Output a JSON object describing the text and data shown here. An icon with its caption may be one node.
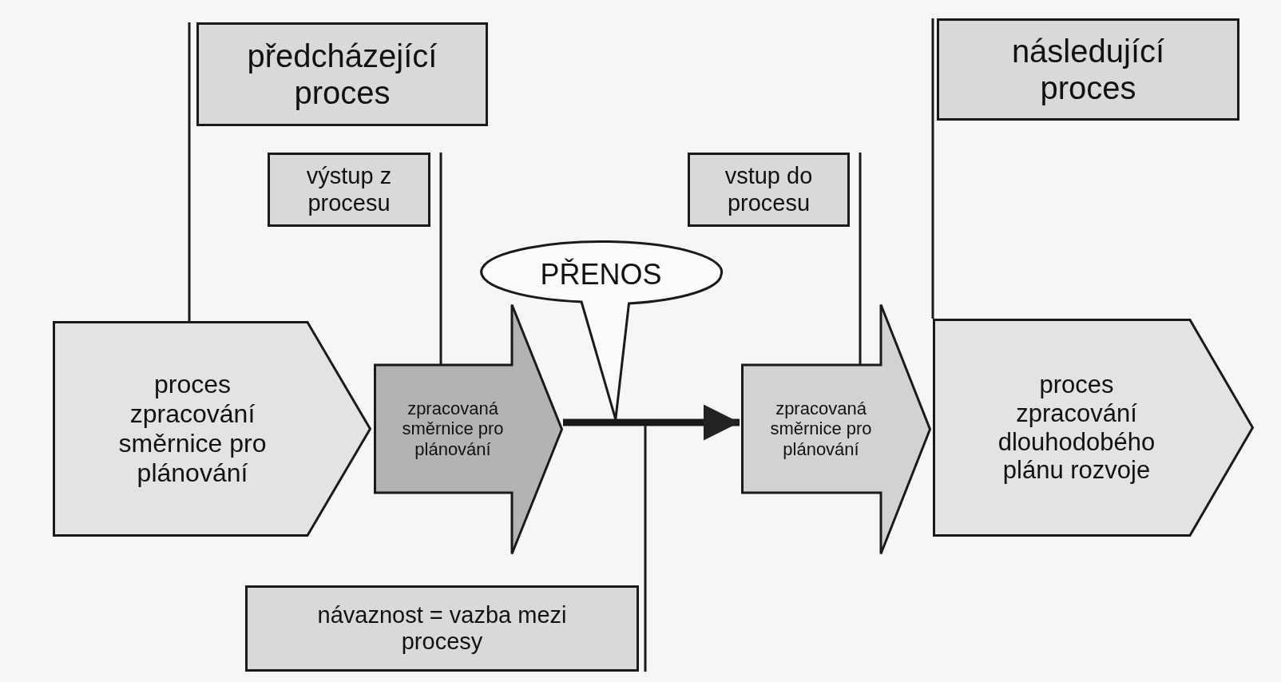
{
  "diagram": {
    "nodes": [
      {
        "text": [
          "předcházející proces"
        ]
      },
      {
        "text": [
          "výstup z procesu"
        ]
      },
      {
        "text": [
          "následující proces"
        ]
      },
      {
        "text": [
          "vstup do procesu"
        ]
      },
      {
        "text": [
          "PŘENOS"
        ]
      },
      {
        "text": [
          "proces zpracování směrnice pro plánování"
        ]
      },
      {
        "text": [
          "zpracovaná směrnice pro plánování"
        ]
      },
      {
        "text": [
          "zpracovaná směrnice pro plánování"
        ]
      },
      {
        "text": [
          "proces zpracování dlouhodobého plánu rozvoje"
        ]
      },
      {
        "text": [
          "návaznost = vazba mezi procesy"
        ]
      }
    ],
    "edges": [
      {
        "from": 0,
        "to": 5,
        "arrow": "none"
      },
      {
        "from": 1,
        "to": 6,
        "arrow": "none"
      },
      {
        "from": 3,
        "to": 7,
        "arrow": "none"
      },
      {
        "from": 2,
        "to": 8,
        "arrow": "none"
      },
      {
        "from": 6,
        "to": 7,
        "arrow": "to",
        "style": "thick"
      },
      {
        "from": 9,
        "to": null,
        "arrow": "none"
      }
    ]
  }
}
